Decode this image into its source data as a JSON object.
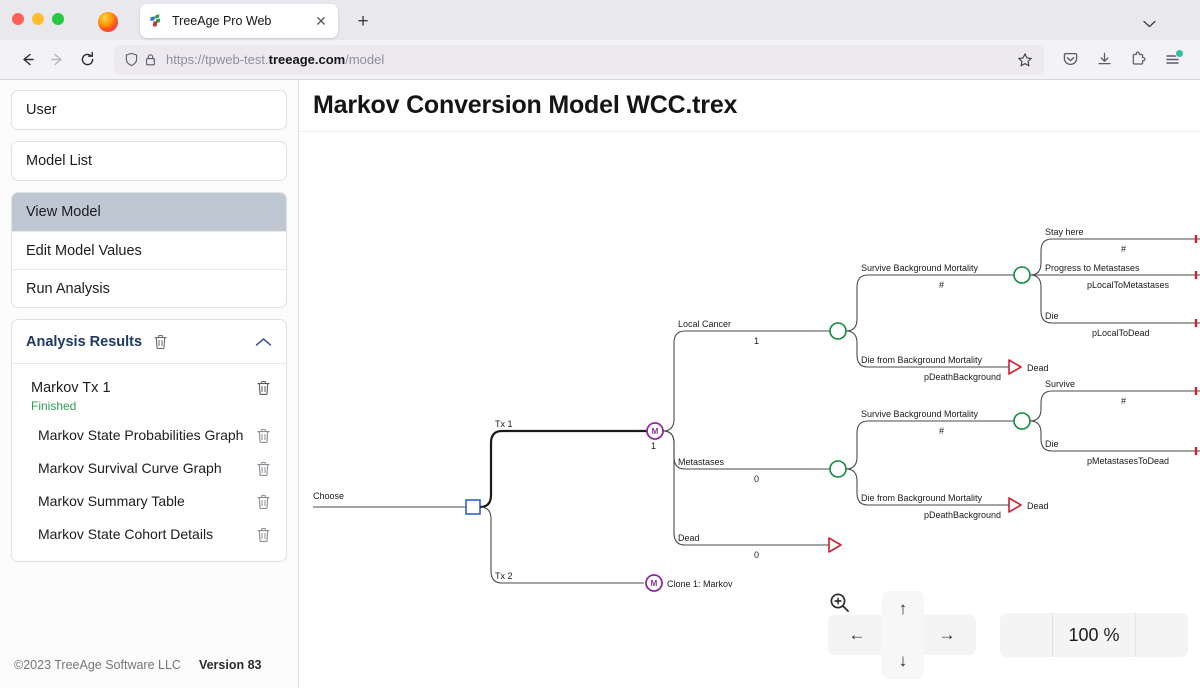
{
  "browser": {
    "tab": {
      "title": "TreeAge Pro Web",
      "favicon": "treeage-logo-icon",
      "close": "✕"
    },
    "new_tab": "+",
    "tab_list_chevron": "⌄",
    "nav": {
      "back": "←",
      "forward": "→",
      "reload": "↻"
    },
    "url": {
      "prefix": "https://tpweb-test.",
      "domain": "treeage.com",
      "suffix": "/model",
      "shield_icon": "shield-icon",
      "lock_icon": "lock-icon",
      "bookmark_icon": "star-icon"
    },
    "toolbar_right": {
      "pocket": "pocket-icon",
      "downloads": "download-icon",
      "extensions": "extensions-icon",
      "menu": "hamburger-menu-icon"
    }
  },
  "sidebar": {
    "user": "User",
    "model_list": "Model List",
    "nav_group": [
      {
        "label": "View Model",
        "active": true
      },
      {
        "label": "Edit Model Values",
        "active": false
      },
      {
        "label": "Run Analysis",
        "active": false
      }
    ],
    "results": {
      "title": "Analysis Results",
      "collapse_chevron": "⌃",
      "run": {
        "name": "Markov Tx 1",
        "status": "Finished"
      },
      "items": [
        "Markov State Probabilities Graph",
        "Markov Survival Curve Graph",
        "Markov Summary Table",
        "Markov State Cohort Details"
      ]
    },
    "footer": {
      "copyright": "©2023 TreeAge Software LLC",
      "version": "Version 83"
    }
  },
  "main": {
    "title": "Markov Conversion Model WCC.trex",
    "controls": {
      "pan_left": "←",
      "pan_right": "→",
      "pan_up": "↑",
      "pan_down": "↓",
      "zoom_out": "zoom-out-icon",
      "zoom_in": "zoom-in-icon",
      "zoom_value": "100 %"
    }
  },
  "tree": {
    "root_label": "Choose",
    "branches": {
      "tx1": "Tx 1",
      "tx2": "Tx 2",
      "clone": "Clone 1: Markov",
      "markov_node_value": "1"
    },
    "states": [
      {
        "label": "Local Cancer",
        "value": "1"
      },
      {
        "label": "Metastases",
        "value": "0"
      },
      {
        "label": "Dead",
        "value": "0"
      }
    ],
    "mortality": {
      "survive": "Survive Background Mortality",
      "survive_value": "#",
      "die": "Die from Background Mortality",
      "die_value": "pDeathBackground",
      "dead_terminal": "Dead"
    },
    "local_outcomes": [
      {
        "label": "Stay here",
        "value": "#"
      },
      {
        "label": "Progress to Metastases",
        "value": "pLocalToMetastases"
      },
      {
        "label": "Die",
        "value": "pLocalToDead"
      }
    ],
    "metastases_outcomes": [
      {
        "label": "Survive",
        "value": "#"
      },
      {
        "label": "Die",
        "value": "pMetastasesToDead"
      }
    ]
  },
  "colors": {
    "accent_navy": "#1f3864",
    "active_nav": "#bfc8d2",
    "status_green": "#2e9e54",
    "markov_purple": "#8e2a9e",
    "chance_green": "#0f8a3d",
    "terminal_red": "#cc2233",
    "decision_blue": "#2c5fd6"
  }
}
